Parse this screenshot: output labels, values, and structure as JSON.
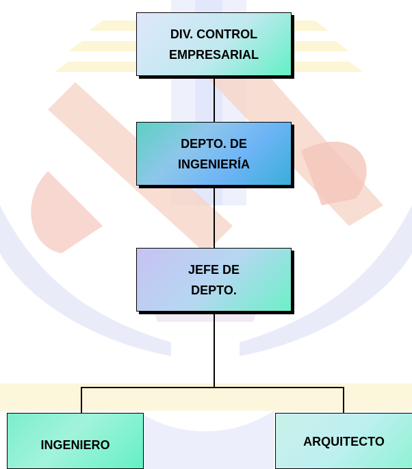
{
  "org_chart": {
    "root": {
      "label": "DIV. CONTROL\nEMPRESARIAL"
    },
    "department": {
      "label": "DEPTO. DE\nINGENIERÍA"
    },
    "head": {
      "label": "JEFE DE\nDEPTO."
    },
    "staff": [
      {
        "label": "INGENIERO"
      },
      {
        "label": "ARQUITECTO"
      }
    ]
  }
}
